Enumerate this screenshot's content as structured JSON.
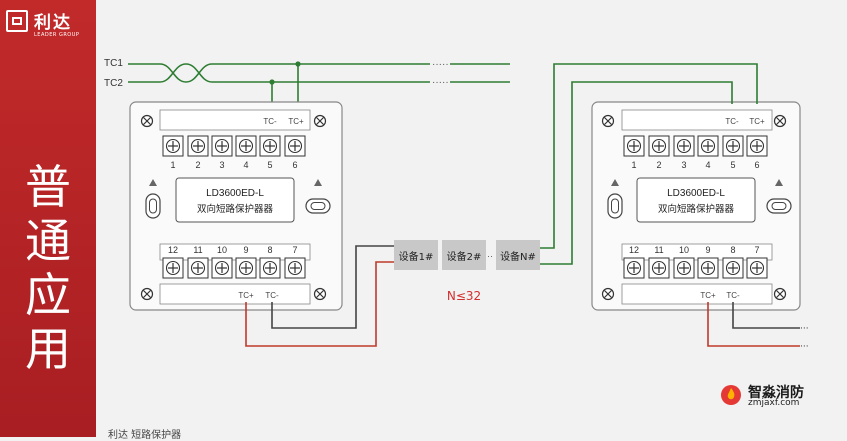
{
  "brand": {
    "name_cn": "利达",
    "name_en": "LEADER GROUP"
  },
  "sidebar": {
    "title_chars": [
      "普",
      "通",
      "应",
      "用"
    ]
  },
  "bus_labels": {
    "tc1": "TC1",
    "tc2": "TC2"
  },
  "module_left": {
    "model": "LD3600ED-L",
    "name": "双向短路保护器器",
    "top_tc_labels": [
      "TC-",
      "TC+"
    ],
    "top_terminals": [
      "1",
      "2",
      "3",
      "4",
      "5",
      "6"
    ],
    "bottom_terminals": [
      "12",
      "11",
      "10",
      "9",
      "8",
      "7"
    ],
    "bottom_tc_labels": [
      "TC+",
      "TC-"
    ]
  },
  "module_right": {
    "model": "LD3600ED-L",
    "name": "双向短路保护器器",
    "top_tc_labels": [
      "TC-",
      "TC+"
    ],
    "top_terminals": [
      "1",
      "2",
      "3",
      "4",
      "5",
      "6"
    ],
    "bottom_terminals": [
      "12",
      "11",
      "10",
      "9",
      "8",
      "7"
    ],
    "bottom_tc_labels": [
      "TC+",
      "TC-"
    ]
  },
  "devices": [
    "设备1#",
    "设备2#",
    "设备N#"
  ],
  "device_limit": "N≤32",
  "colors": {
    "brand_red": "#b3242a",
    "wire_green": "#2e7d32",
    "wire_dark": "#444444",
    "wire_red": "#c0392b",
    "limit_red": "#d32f2f"
  },
  "watermark": {
    "name": "智淼消防",
    "url": "zmjaxf.com"
  },
  "bottom_caption": "利达 短路保护器"
}
